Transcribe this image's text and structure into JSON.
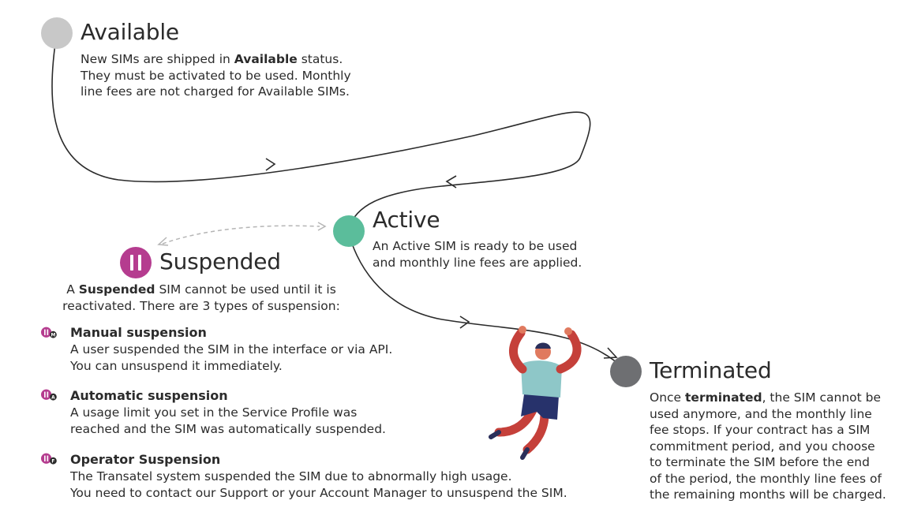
{
  "colors": {
    "available": "#c8c8c8",
    "active": "#5bbd9b",
    "suspended": "#b53c8f",
    "terminated": "#6e6f72",
    "line": "#2b2b2b",
    "dashed": "#b5b5b5"
  },
  "available": {
    "title": "Available",
    "line1_pre": "New SIMs are shipped in ",
    "line1_bold": "Available",
    "line1_post": " status.",
    "line2": "They must be activated to be used. Monthly",
    "line3": "line fees are not charged for Available SIMs."
  },
  "active": {
    "title": "Active",
    "line1": "An Active SIM is ready to be used",
    "line2": "and monthly line fees are applied."
  },
  "suspended": {
    "title": "Suspended",
    "line1_pre": "A ",
    "line1_bold": "Suspended",
    "line1_post": " SIM cannot be used until it is",
    "line2": "reactivated. There are 3 types of suspension:",
    "types": [
      {
        "badge": "M",
        "title": "Manual suspension",
        "line1": "A user suspended the SIM in the interface or via API.",
        "line2": "You can unsuspend it immediately."
      },
      {
        "badge": "A",
        "title": "Automatic suspension",
        "line1": "A usage limit you set in the Service Profile was",
        "line2": "reached and the SIM was automatically suspended."
      },
      {
        "badge": "F",
        "title": "Operator Suspension",
        "line1": "The Transatel system suspended the SIM due to abnormally high usage.",
        "line2": "You need to contact our Support or your Account Manager to unsuspend the SIM."
      }
    ]
  },
  "terminated": {
    "title": "Terminated",
    "line1_pre": "Once ",
    "line1_bold": "terminated",
    "line1_post": ", the SIM cannot be",
    "line2": "used anymore, and the monthly line",
    "line3": "fee stops. If your contract has a SIM",
    "line4": "commitment period, and you choose",
    "line5": "to terminate the SIM before the end",
    "line6": "of the period, the monthly line fees of",
    "line7": "the remaining months will be charged."
  }
}
